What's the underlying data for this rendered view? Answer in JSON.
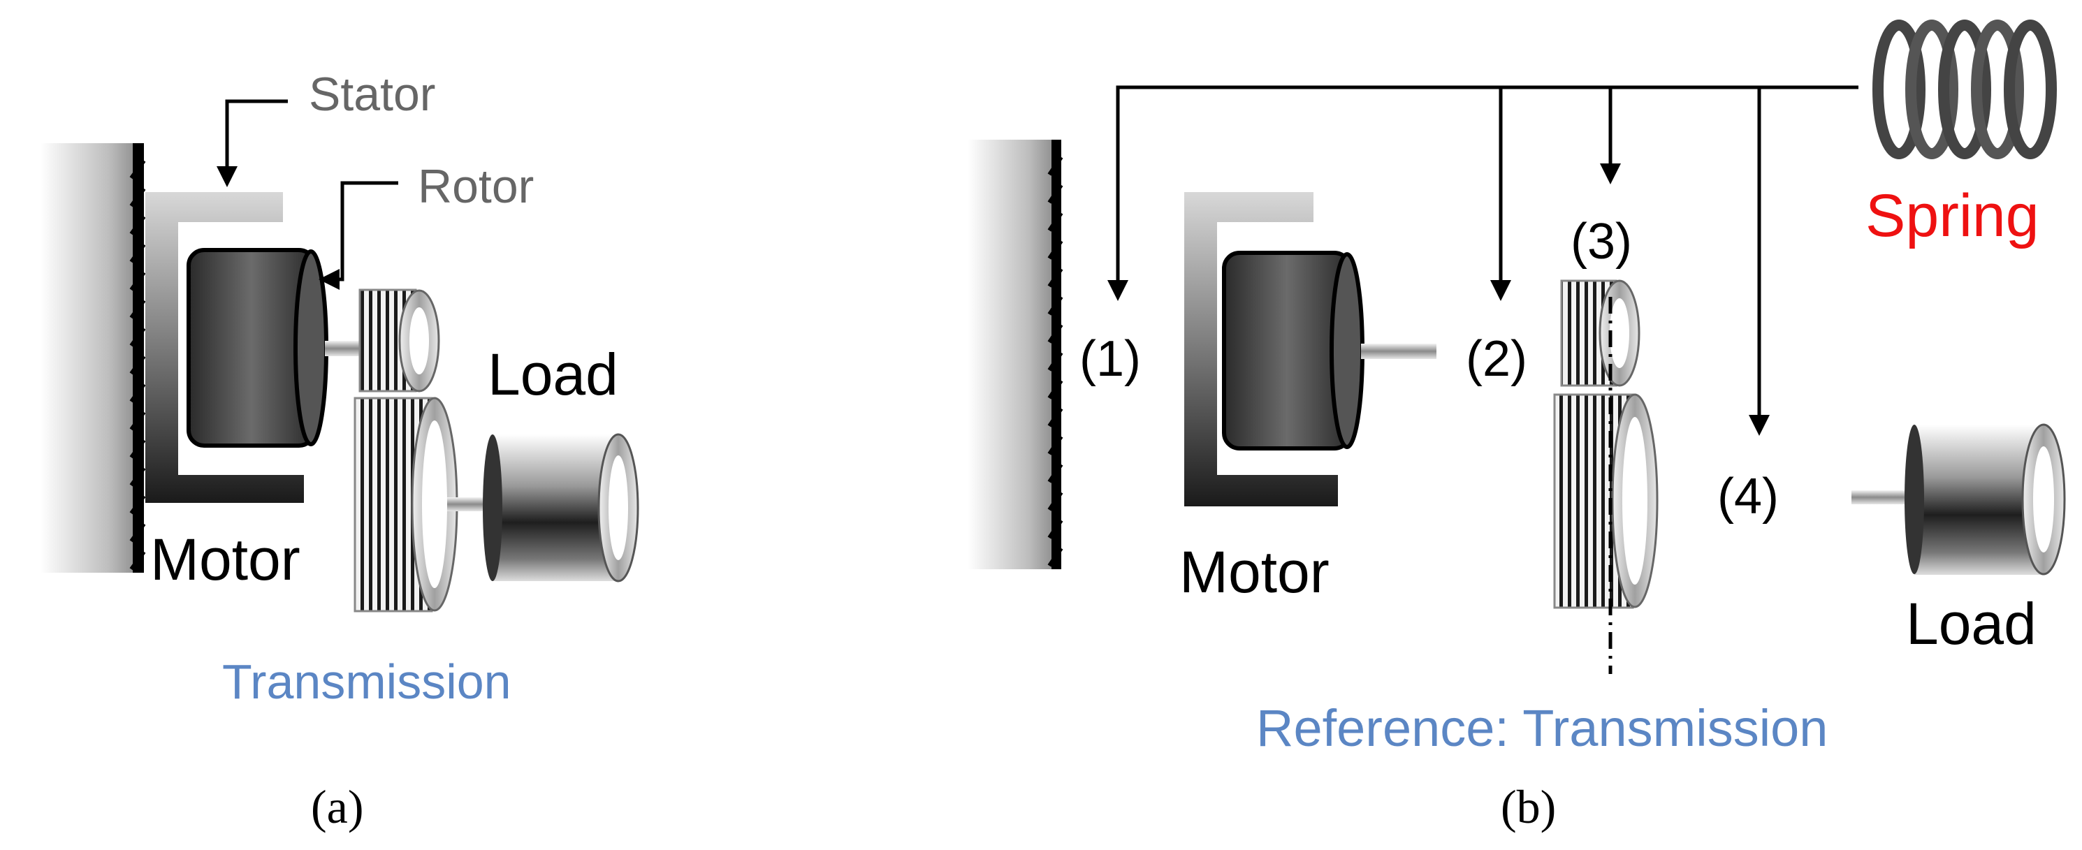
{
  "panel_a": {
    "labels": {
      "stator": "Stator",
      "rotor": "Rotor",
      "load": "Load",
      "motor": "Motor",
      "transmission": "Transmission"
    },
    "caption": "(a)"
  },
  "panel_b": {
    "labels": {
      "spring": "Spring",
      "pos1": "(1)",
      "pos2": "(2)",
      "pos3": "(3)",
      "pos4": "(4)",
      "motor": "Motor",
      "load": "Load",
      "reference": "Reference: Transmission"
    },
    "caption": "(b)"
  },
  "colors": {
    "label_gray": "#666666",
    "label_black": "#000000",
    "transmission_blue": "#5b86c4",
    "spring_red": "#ee1111"
  },
  "icons": [
    "wall-icon",
    "stator-icon",
    "rotor-icon",
    "gear-icon",
    "load-cylinder-icon",
    "spring-icon",
    "arrow-icon"
  ]
}
